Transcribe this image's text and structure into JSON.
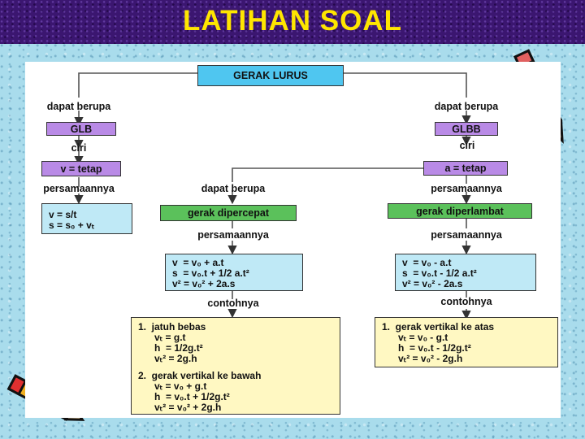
{
  "slide": {
    "title": "LATIHAN SOAL"
  },
  "diagram": {
    "root": "GERAK LURUS",
    "left": {
      "label_dapat": "dapat berupa",
      "node": "GLB",
      "label_ciri": "ciri",
      "property": "v = tetap",
      "label_persamaan": "persamaannya",
      "equations": [
        "v = s/t",
        "s = s₀ + vₜ"
      ]
    },
    "right": {
      "label_dapat": "dapat berupa",
      "node": "GLBB",
      "label_ciri": "ciri",
      "property": "a = tetap",
      "label_persamaan": "persamaannya"
    },
    "middle": {
      "label_dapat": "dapat berupa",
      "node": "gerak dipercepat",
      "label_persamaan": "persamaannya",
      "equations": [
        "v  = v₀ + a.t",
        "s  = v₀.t + 1/2 a.t²",
        "v² = v₀² + 2a.s"
      ],
      "label_contoh": "contohnya",
      "examples": [
        "1.  jatuh bebas",
        "      vₜ = g.t",
        "      h  = 1/2g.t²",
        "      vₜ² = 2g.h",
        "",
        "2.  gerak vertikal ke bawah",
        "      vₜ = v₀ + g.t",
        "      h  = v₀.t + 1/2g.t²",
        "      vₜ² = v₀² + 2g.h"
      ]
    },
    "right2": {
      "label_persamaan2": "persamaannya",
      "node": "gerak diperlambat",
      "equations": [
        "v  = v₀ - a.t",
        "s  = v₀.t - 1/2 a.t²",
        "v² = v₀² - 2a.s"
      ],
      "label_contoh": "contohnya",
      "examples": [
        "1.  gerak vertikal ke atas",
        "      vₜ = v₀ - g.t",
        "      h  = v₀.t - 1/2g.t²",
        "      vₜ² = v₀² - 2g.h"
      ]
    }
  },
  "colors": {
    "title": "#ffe600",
    "title_bar": "#3b1670",
    "background": "#a9dcec",
    "root_box": "#4fc6f0",
    "category_box": "#b98ae6",
    "type_box": "#5bc15b",
    "equation_box": "#bfe9f6",
    "example_box": "#fff8c2"
  },
  "icons": [
    "pencil-icon"
  ]
}
